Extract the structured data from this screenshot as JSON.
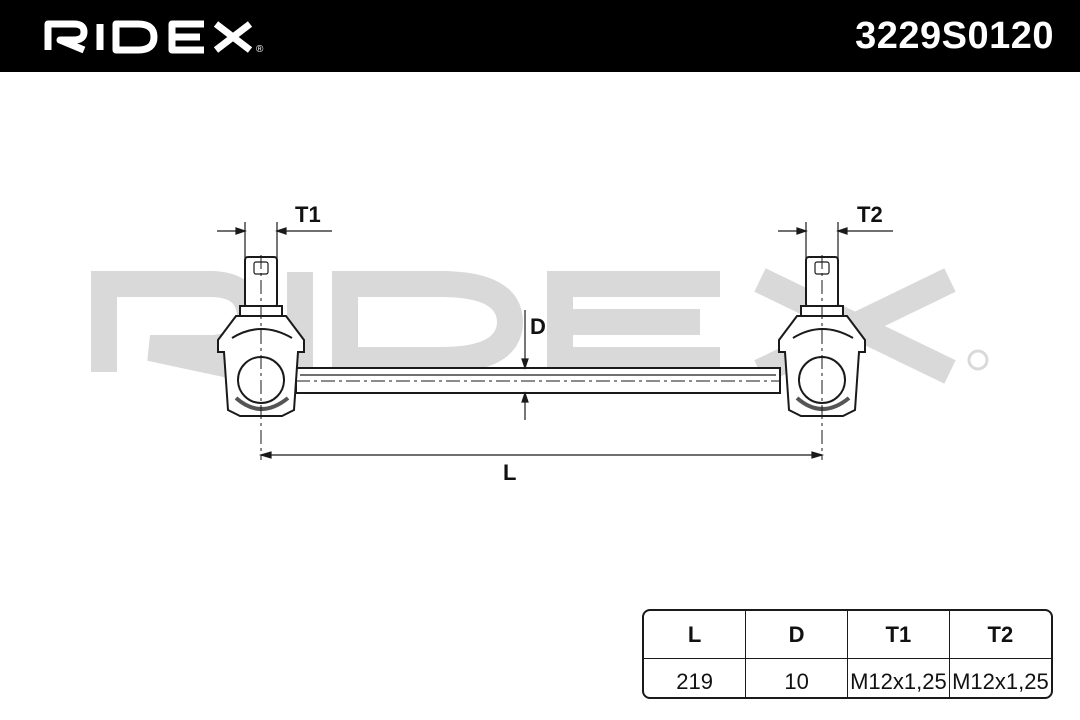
{
  "header": {
    "brand": "RIDEX",
    "part_number": "3229S0120",
    "bar_color": "#000000"
  },
  "watermark": {
    "brand": "RIDEX",
    "color": "#d9d9d9"
  },
  "drawing": {
    "labels": {
      "t1": "T1",
      "t2": "T2",
      "d": "D",
      "l": "L"
    }
  },
  "spec_table": {
    "headers": [
      "L",
      "D",
      "T1",
      "T2"
    ],
    "values": [
      "219",
      "10",
      "M12x1,25",
      "M12x1,25"
    ]
  }
}
